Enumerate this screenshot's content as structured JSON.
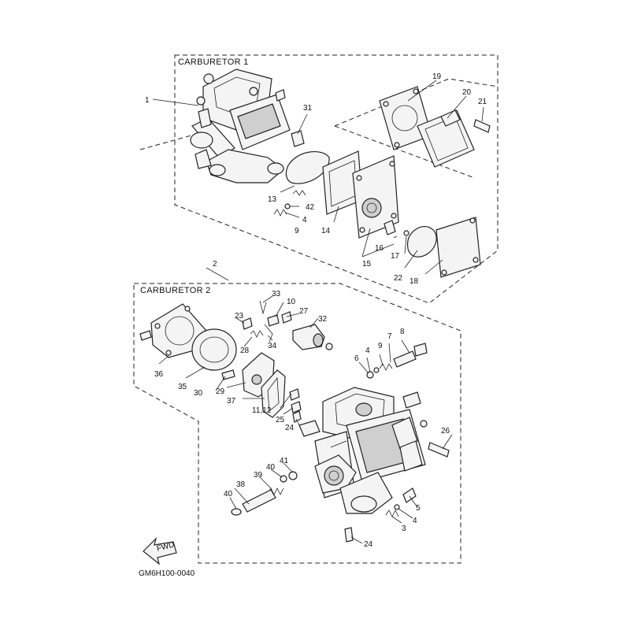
{
  "groups": {
    "carburetor1": "CARBURETOR 1",
    "carburetor2": "CARBURETOR 2"
  },
  "diagram_code": "GM6H100-0040",
  "fwd_label": "FWD",
  "callouts": {
    "c1": "1",
    "c31": "31",
    "c19": "19",
    "c20": "20",
    "c21": "21",
    "c13": "13",
    "c42": "42",
    "c4a": "4",
    "c9a": "9",
    "c14": "14",
    "c16": "16",
    "c17": "17",
    "c15": "15",
    "c22": "22",
    "c18": "18",
    "c2": "2",
    "c33": "33",
    "c10": "10",
    "c23": "23",
    "c27": "27",
    "c32": "32",
    "c28": "28",
    "c34": "34",
    "c36": "36",
    "c35": "35",
    "c30": "30",
    "c29": "29",
    "c37": "37",
    "c1112": "11,12",
    "c25": "25",
    "c24a": "24",
    "c4b": "4",
    "c9b": "9",
    "c7": "7",
    "c8": "8",
    "c6": "6",
    "c26": "26",
    "c41": "41",
    "c40a": "40",
    "c39": "39",
    "c38": "38",
    "c40b": "40",
    "c5": "5",
    "c3": "3",
    "c4c": "4",
    "c24b": "24"
  }
}
